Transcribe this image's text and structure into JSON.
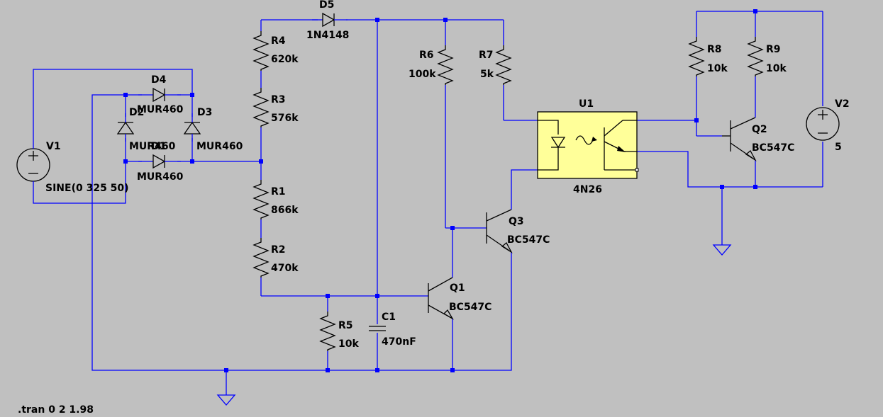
{
  "components": {
    "V1": {
      "name": "V1",
      "value": "SINE(0 325 50)"
    },
    "V2": {
      "name": "V2",
      "value": "5"
    },
    "D2": {
      "name": "D2",
      "model": "MUR460"
    },
    "D3": {
      "name": "D3",
      "model": "MUR460"
    },
    "D4": {
      "name": "D4",
      "model": "MUR460"
    },
    "D1": {
      "name": "D1",
      "model": "MUR460"
    },
    "D5": {
      "name": "D5",
      "model": "1N4148"
    },
    "R1": {
      "name": "R1",
      "value": "866k"
    },
    "R2": {
      "name": "R2",
      "value": "470k"
    },
    "R3": {
      "name": "R3",
      "value": "576k"
    },
    "R4": {
      "name": "R4",
      "value": "620k"
    },
    "R5": {
      "name": "R5",
      "value": "10k"
    },
    "R6": {
      "name": "R6",
      "value": "100k"
    },
    "R7": {
      "name": "R7",
      "value": "5k"
    },
    "R8": {
      "name": "R8",
      "value": "10k"
    },
    "R9": {
      "name": "R9",
      "value": "10k"
    },
    "C1": {
      "name": "C1",
      "value": "470nF"
    },
    "Q1": {
      "name": "Q1",
      "model": "BC547C"
    },
    "Q2": {
      "name": "Q2",
      "model": "BC547C"
    },
    "Q3": {
      "name": "Q3",
      "model": "BC547C"
    },
    "U1": {
      "name": "U1",
      "model": "4N26"
    }
  },
  "directive": ".tran 0 2 1.98",
  "colors": {
    "background": "#c0c0c0",
    "wire": "#0000ff",
    "component": "#000000",
    "optocoupler_fill": "#ffff99"
  }
}
